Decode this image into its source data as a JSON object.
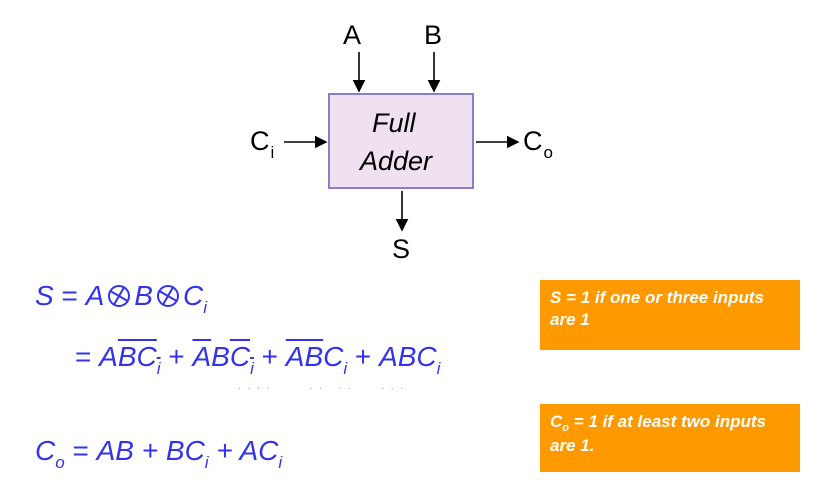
{
  "diagram": {
    "block_line1": "Full",
    "block_line2": "Adder",
    "input_a": "A",
    "input_b": "B",
    "carry_in": "C",
    "carry_in_sub": "i",
    "carry_out": "C",
    "carry_out_sub": "o",
    "sum_out": "S"
  },
  "equations": {
    "sum_lhs": "S",
    "sum_a": "A",
    "sum_b": "B",
    "sum_c": "C",
    "sum_c_sub": "i",
    "carry_lhs": "C",
    "carry_lhs_sub": "o",
    "carry_terms": "AB + BC",
    "carry_terms_sub1": "i",
    "carry_plus": " + AC",
    "carry_terms_sub2": "i"
  },
  "notes": {
    "sum_note": "S = 1 if one or three inputs are 1",
    "carry_note_c": "C",
    "carry_note_sub": "o",
    "carry_note_rest": " = 1 if at least two inputs are 1."
  },
  "colors": {
    "equation": "#3333ee",
    "note_bg": "#ff9900",
    "block_fill": "#efe1ef",
    "block_border": "#8c7ec8"
  }
}
